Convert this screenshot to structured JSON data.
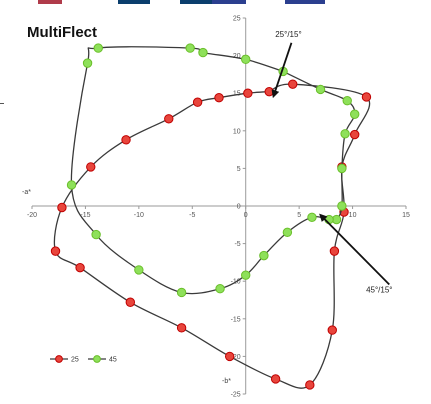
{
  "chart_data": {
    "type": "line",
    "title": "MultiFlect",
    "xlabel": "-a*",
    "ylabel": "-b*",
    "xlim": [
      -20,
      15
    ],
    "ylim": [
      -25,
      25
    ],
    "xticks": [
      -20,
      -15,
      -10,
      -5,
      0,
      5,
      10,
      15
    ],
    "yticks": [
      -25,
      -20,
      -15,
      -10,
      -5,
      0,
      5,
      10,
      15,
      20,
      25
    ],
    "grid": false,
    "legend": "bottom-left",
    "series": [
      {
        "name": "25",
        "color": "#c00000",
        "fill": "#e8453c",
        "marker": "circle",
        "points": [
          [
            2.2,
            15.2
          ],
          [
            4.4,
            16.2
          ],
          [
            11.3,
            14.5
          ],
          [
            10.2,
            9.5
          ],
          [
            9.0,
            5.2
          ],
          [
            9.2,
            -0.8
          ],
          [
            8.3,
            -6.0
          ],
          [
            8.1,
            -16.5
          ],
          [
            6.0,
            -23.8
          ],
          [
            2.8,
            -23.0
          ],
          [
            -1.5,
            -20.0
          ],
          [
            -6.0,
            -16.2
          ],
          [
            -10.8,
            -12.8
          ],
          [
            -15.5,
            -8.2
          ],
          [
            -17.8,
            -6.0
          ],
          [
            -17.2,
            -0.2
          ],
          [
            -14.5,
            5.2
          ],
          [
            -11.2,
            8.8
          ],
          [
            -7.2,
            11.6
          ],
          [
            -4.5,
            13.8
          ],
          [
            -2.5,
            14.4
          ],
          [
            0.2,
            15.0
          ],
          [
            2.2,
            15.2
          ]
        ]
      },
      {
        "name": "45",
        "color": "#6abf2a",
        "fill": "#8ee05a",
        "marker": "circle",
        "points": [
          [
            3.5,
            17.9
          ],
          [
            7.0,
            15.5
          ],
          [
            9.5,
            14.0
          ],
          [
            10.2,
            12.2
          ],
          [
            9.3,
            9.6
          ],
          [
            9.0,
            5.0
          ],
          [
            9.0,
            0.0
          ],
          [
            8.5,
            -1.8
          ],
          [
            7.8,
            -1.8
          ],
          [
            6.2,
            -1.5
          ],
          [
            3.9,
            -3.5
          ],
          [
            1.7,
            -6.6
          ],
          [
            0.0,
            -9.2
          ],
          [
            -2.4,
            -11.0
          ],
          [
            -6.0,
            -11.5
          ],
          [
            -10.0,
            -8.5
          ],
          [
            -14.0,
            -3.8
          ],
          [
            -16.3,
            2.8
          ],
          [
            -14.8,
            19.0
          ],
          [
            -13.8,
            21.0
          ],
          [
            -5.2,
            21.0
          ],
          [
            -4.0,
            20.4
          ],
          [
            0.0,
            19.5
          ],
          [
            3.5,
            17.9
          ]
        ]
      }
    ],
    "annotations": [
      {
        "text": "25°/15°",
        "x": 4.0,
        "y": 22.5
      },
      {
        "text": "45°/15°",
        "x": 12.5,
        "y": -11.5
      }
    ]
  },
  "header_strip": {
    "colors": [
      "#b03b4a",
      "#0b3e6d",
      "#0b3e6d",
      "#2b3f8f",
      "#2b3f8f"
    ]
  }
}
